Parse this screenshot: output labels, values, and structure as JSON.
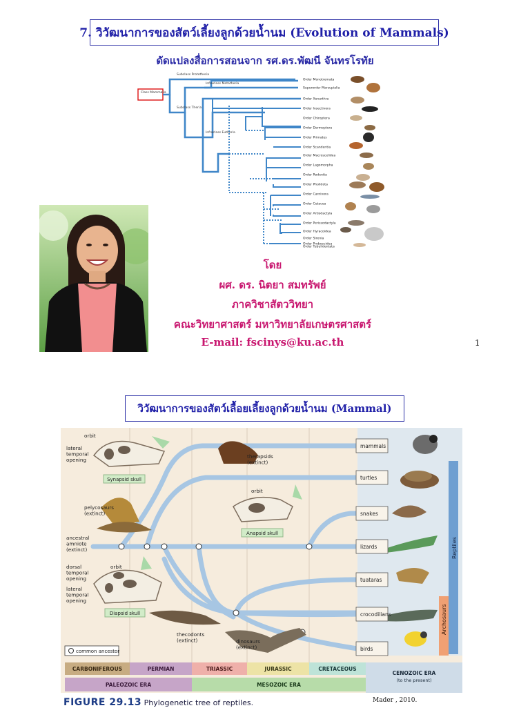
{
  "slide1": {
    "title": "7. วิวัฒนาการของสัตว์เลี้ยงลูกด้วยน้ำนม (Evolution of Mammals)",
    "adapted_from": "ดัดแปลงสื่อการสอนจาก รศ.ดร.พัฒนี จันทรโรทัย",
    "tree": {
      "class_label": "Class Mammalia",
      "subclass_prototheria": "Subclass Prototheria",
      "infraclass_metatheria": "Infraclass Metatheria",
      "subclass_theria": "Subclass Theria",
      "infraclass_eutheria": "Infraclass Eutheria",
      "orders": [
        "Order Monotremata",
        "Superorder Marsupialia",
        "Order Xenarthra",
        "Order Insectivora",
        "Order Chiroptera",
        "Order Dermoptera",
        "Order Primates",
        "Order Scandentia",
        "Order Macroscelidea",
        "Order Lagomorpha",
        "Order Rodentia",
        "Order Pholidota",
        "Order Carnivora",
        "Order Cetacea",
        "Order Artiodactyla",
        "Order Perissodactyla",
        "Order Hyracoidea",
        "Order Sirenia",
        "Order Proboscidea",
        "Order Tubulidentata"
      ]
    },
    "by_label": "โดย",
    "author": "ผศ. ดร. นิตยา สมทรัพย์",
    "department": "ภาควิชาสัตววิทยา",
    "faculty": "คณะวิทยาศาสตร์ มหาวิทยาลัยเกษตรศาสตร์",
    "email": "E-mail: fscinys@ku.ac.th",
    "page_number": "1"
  },
  "slide2": {
    "title": "วิวัฒนาการของสัตว์เลื้อยเลี้ยงลูกด้วยน้ำนม (Mammal)",
    "labels": {
      "orbit_top": "orbit",
      "lateral_temporal_top": "lateral\ntemporal\nopening",
      "synapsid_skull": "Synapsid skull",
      "pelycosaurs": "pelycosaurs\n(extinct)",
      "ancestral_amniote": "ancestral\namniote\n(extinct)",
      "dorsal_temporal": "dorsal\ntemporal\nopening",
      "orbit_bottom": "orbit",
      "lateral_temporal_bottom": "lateral\ntemporal\nopening",
      "diapsid_skull": "Diapsid skull",
      "therapsids": "therapsids\n(extinct)",
      "orbit_mid": "orbit",
      "anapsid_skull": "Anapsid skull",
      "thecodonts": "thecodonts\n(extinct)",
      "dinosaurs": "dinosaurs\n(extinct)",
      "common_ancestor": "common ancestor"
    },
    "taxa": [
      "mammals",
      "turtles",
      "snakes",
      "lizards",
      "tuataras",
      "crocodilians",
      "birds"
    ],
    "groups": {
      "reptiles": "Reptiles",
      "archosaurs": "Archosaurs"
    },
    "periods": [
      "CARBONIFEROUS",
      "PERMIAN",
      "TRIASSIC",
      "JURASSIC",
      "CRETACEOUS"
    ],
    "eras": [
      "PALEOZOIC ERA",
      "MESOZOIC ERA"
    ],
    "cenozoic": "CENOZOIC ERA",
    "cenozoic_sub": "(to the present)",
    "figure_label": "FIGURE 29.13",
    "figure_caption": "Phylogenetic tree of reptiles.",
    "credit": "Mader , 2010."
  },
  "colors": {
    "title_blue": "#2020a8",
    "credit_magenta": "#c8166f",
    "branch_blue": "#a7c6e3",
    "reptile_bar": "#6f9fd1",
    "archosaur_bar": "#f0a073"
  }
}
